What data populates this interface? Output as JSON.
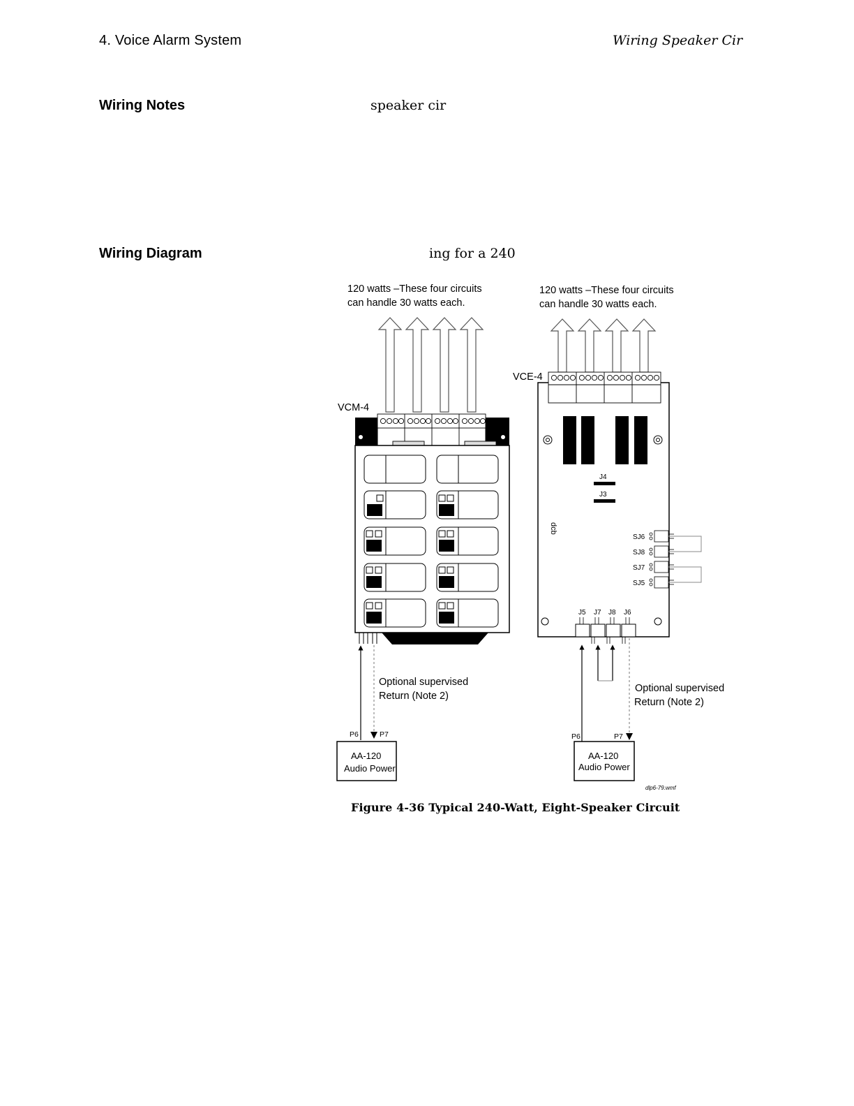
{
  "header": {
    "left": "4. Voice Alarm System",
    "right": "Wiring Speaker Cir"
  },
  "sections": [
    {
      "heading": "Wiring Notes",
      "fragment": "speaker cir"
    },
    {
      "heading": "Wiring Diagram",
      "fragment": "ing for a 240"
    }
  ],
  "figure": {
    "caption": "Figure 4-36  Typical 240-Watt, Eight-Speaker Circuit",
    "file_tag": "dlp6-79.wmf",
    "vcm": {
      "label": "VCM-4",
      "note_line1": "120 watts –These four circuits",
      "note_line2": "can handle 30 watts each.",
      "return_line1": "Optional supervised",
      "return_line2": "Return (Note 2)",
      "p6": "P6",
      "p7": "P7",
      "amp_line1": "AA-120",
      "amp_line2": "Audio Power"
    },
    "vce": {
      "label": "VCE-4",
      "note_line1": "120 watts –These four circuits",
      "note_line2": "can handle 30 watts each.",
      "return_line1": "Optional supervised",
      "return_line2": "Return (Note 2)",
      "p6": "P6",
      "p7": "P7",
      "amp_line1": "AA-120",
      "amp_line2": "Audio Power",
      "j4": "J4",
      "j3": "J3",
      "sj_labels": [
        "SJ6",
        "SJ8",
        "SJ7",
        "SJ5"
      ],
      "bottom_jacks": [
        "J5",
        "J7",
        "J8",
        "J6"
      ],
      "side_text": "dcb"
    }
  }
}
